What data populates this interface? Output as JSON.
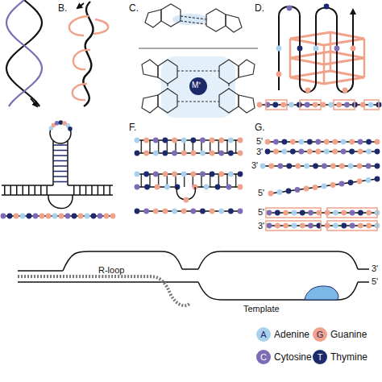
{
  "diagram": {
    "labels": [
      "B.",
      "C.",
      "D.",
      "F.",
      "G.",
      "R-loop",
      "3'",
      "5'",
      "Template",
      "5'",
      "3'",
      "3'",
      "5'",
      "5'",
      "3'",
      "M⁺",
      "A",
      "G",
      "C",
      "T"
    ],
    "legend": [
      {
        "text": "Adenine",
        "color": "#a9d1ee"
      },
      {
        "text": "Guanine",
        "color": "#f0a28a"
      },
      {
        "text": "Cytosine",
        "color": "#7d6bb5"
      },
      {
        "text": "Thymine",
        "color": "#1c2a6b"
      }
    ]
  }
}
